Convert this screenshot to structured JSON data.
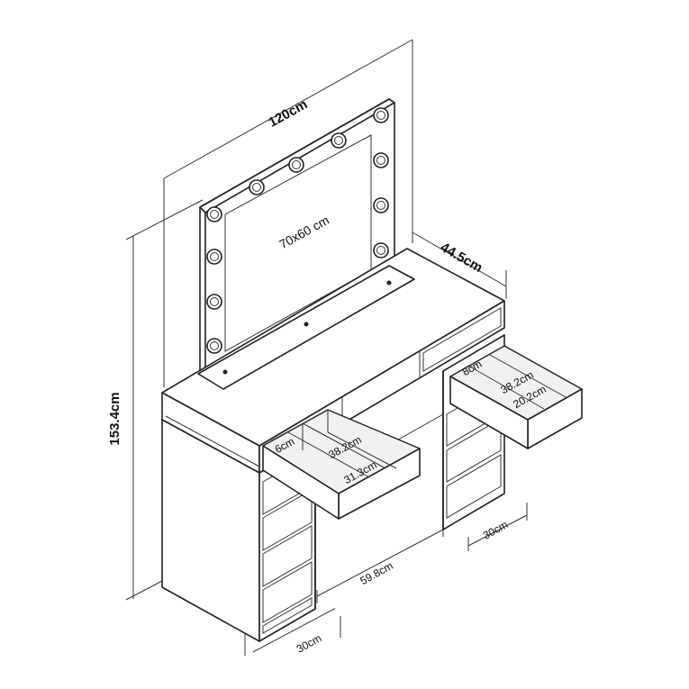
{
  "dimensions": {
    "total_width": "120cm",
    "depth": "44.5cm",
    "total_height": "153.4cm",
    "mirror_size": "70x60 cm",
    "knee_space_width": "59.8cm",
    "left_cabinet_width": "30cm",
    "right_cabinet_width": "30cm"
  },
  "drawers": {
    "middle": {
      "height": "6cm",
      "inner_width": "38.2cm",
      "inner_depth": "31.3cm"
    },
    "right": {
      "height": "8cm",
      "inner_width": "38.2cm",
      "inner_depth": "20.2cm"
    }
  }
}
